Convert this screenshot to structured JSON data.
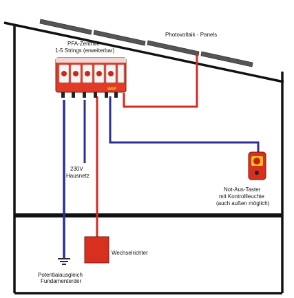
{
  "labels": {
    "panels": "Photovoltaik - Panels",
    "central_line1": "PFA-Zentrale",
    "central_line2": "1-5 Strings (erweiterbar)",
    "hausnetz_line1": "230V",
    "hausnetz_line2": "Hausnetz",
    "estop_line1": "Not-Aus-Taster",
    "estop_line2": "mit Kontrollleuchte",
    "estop_line3": "(auch außen möglich)",
    "inverter": "Wechselrichter",
    "ground_line1": "Potentialausgleich",
    "ground_line2": "Fundamenterder",
    "box_brand": "WEF"
  },
  "colors": {
    "house_outline": "#111111",
    "panel": "#555555",
    "dc_line": "#d62a1f",
    "ground_line": "#2a2f9a",
    "control_line": "#2a2f9a",
    "central_box": "#e23a24",
    "inverter_box": "#d8301e",
    "estop_body": "#d8301e",
    "estop_button": "#f0c020"
  },
  "icons": {
    "ground": "ground-symbol-icon",
    "estop": "emergency-stop-icon"
  }
}
